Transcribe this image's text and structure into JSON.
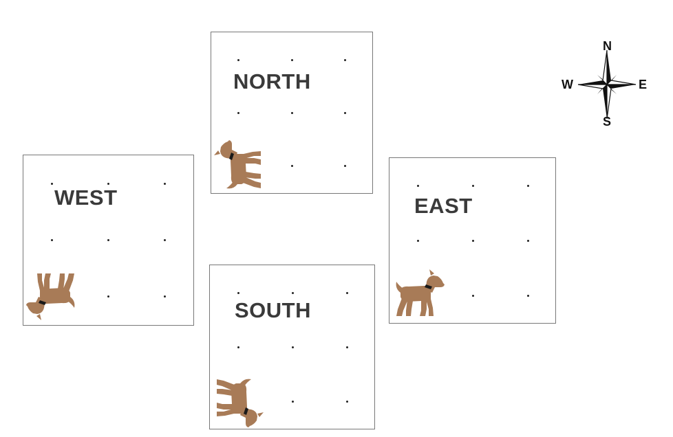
{
  "colors": {
    "dog": "#a87b57",
    "collar": "#1a1a1a",
    "panel_border": "#777777",
    "label": "#3a3a3a"
  },
  "compass": {
    "n": "N",
    "s": "S",
    "e": "E",
    "w": "W",
    "icon": "compass-rose-icon"
  },
  "panels": {
    "north": {
      "label": "NORTH",
      "dog_facing": "north",
      "icon": "dog-icon"
    },
    "west": {
      "label": "WEST",
      "dog_facing": "west",
      "icon": "dog-icon"
    },
    "east": {
      "label": "EAST",
      "dog_facing": "east",
      "icon": "dog-icon"
    },
    "south": {
      "label": "SOUTH",
      "dog_facing": "south",
      "icon": "dog-icon"
    }
  }
}
